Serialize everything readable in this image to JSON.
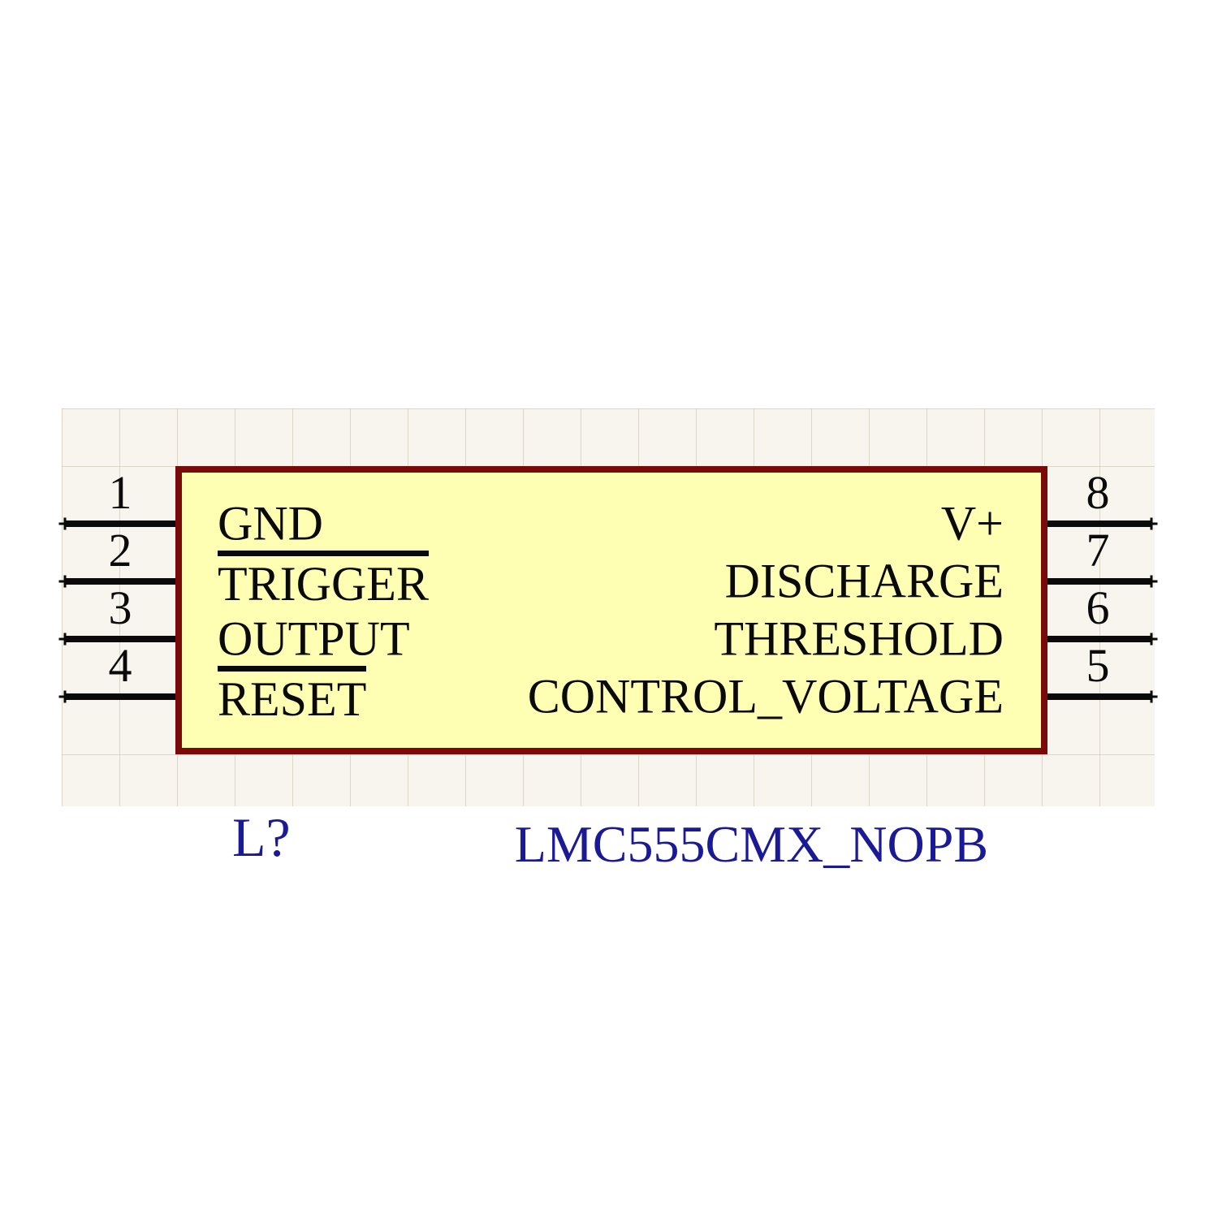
{
  "component": {
    "designator": "L?",
    "part_number": "LMC555CMX_NOPB",
    "colors": {
      "body_fill": "#ffffb3",
      "body_border": "#7a0a0a",
      "title_text": "#1a1a96",
      "pin_text": "#0a0a0a",
      "sheet_background": "#f8f5ef"
    },
    "pins_left": [
      {
        "number": "1",
        "name": "GND",
        "overline": false
      },
      {
        "number": "2",
        "name": "TRIGGER",
        "overline": true
      },
      {
        "number": "3",
        "name": "OUTPUT",
        "overline": false
      },
      {
        "number": "4",
        "name": "RESET",
        "overline": true
      }
    ],
    "pins_right": [
      {
        "number": "8",
        "name": "V+",
        "overline": false
      },
      {
        "number": "7",
        "name": "DISCHARGE",
        "overline": false
      },
      {
        "number": "6",
        "name": "THRESHOLD",
        "overline": false
      },
      {
        "number": "5",
        "name": "CONTROL_VOLTAGE",
        "overline": false
      }
    ]
  }
}
